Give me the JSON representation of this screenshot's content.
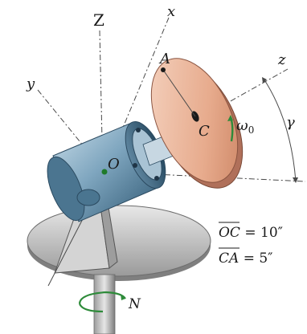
{
  "labels": {
    "Z": "Z",
    "x": "x",
    "y": "y",
    "z": "z",
    "A": "A",
    "C": "C",
    "O": "O",
    "omega": "ω",
    "omega_sub": "0",
    "gamma": "γ",
    "N": "N"
  },
  "dimensions": {
    "oc_name": "OC",
    "oc_value": " = 10″",
    "ca_name": "CA",
    "ca_value": " = 5″"
  }
}
